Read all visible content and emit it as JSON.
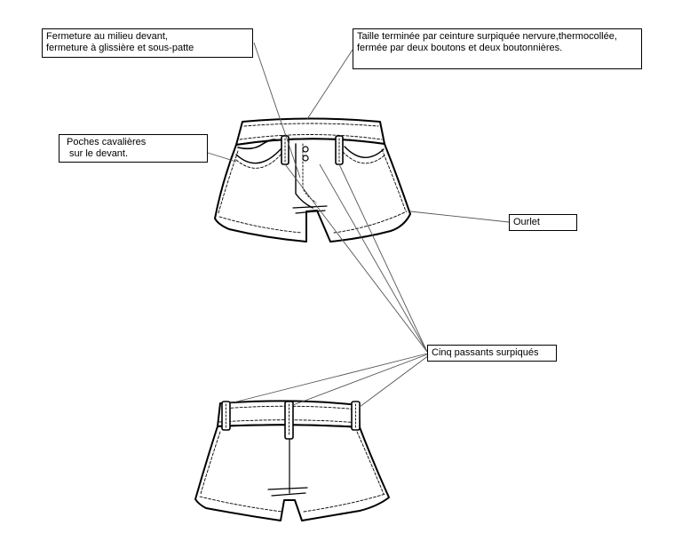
{
  "labels": {
    "zip": {
      "line1": "Fermeture au milieu devant,",
      "line2": "fermeture à glissière et sous-patte"
    },
    "belt": {
      "line1": "Taille terminée par ceinture surpiquée nervure,thermocollée,",
      "line2": "fermée par deux boutons et deux boutonnières."
    },
    "pockets": {
      "line1": "Poches cavalières",
      "line2": "sur le devant."
    },
    "hem": {
      "line1": "Ourlet"
    },
    "loops": {
      "line1": "Cinq passants surpiqués"
    }
  },
  "colors": {
    "stroke": "#000000",
    "leader": "#555555",
    "background": "#ffffff"
  }
}
